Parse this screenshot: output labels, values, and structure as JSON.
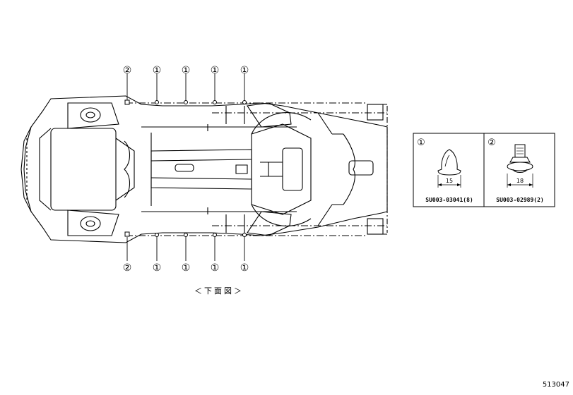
{
  "callouts": {
    "top": [
      "②",
      "①",
      "①",
      "①",
      "①"
    ],
    "bottom": [
      "②",
      "①",
      "①",
      "①",
      "①"
    ]
  },
  "legend": {
    "items": [
      {
        "marker": "①",
        "dimension": "15",
        "part_number": "SU003-03041(8)"
      },
      {
        "marker": "②",
        "dimension": "18",
        "part_number": "SU003-02989(2)"
      }
    ]
  },
  "caption": "＜下面図＞",
  "figure_number": "513047"
}
